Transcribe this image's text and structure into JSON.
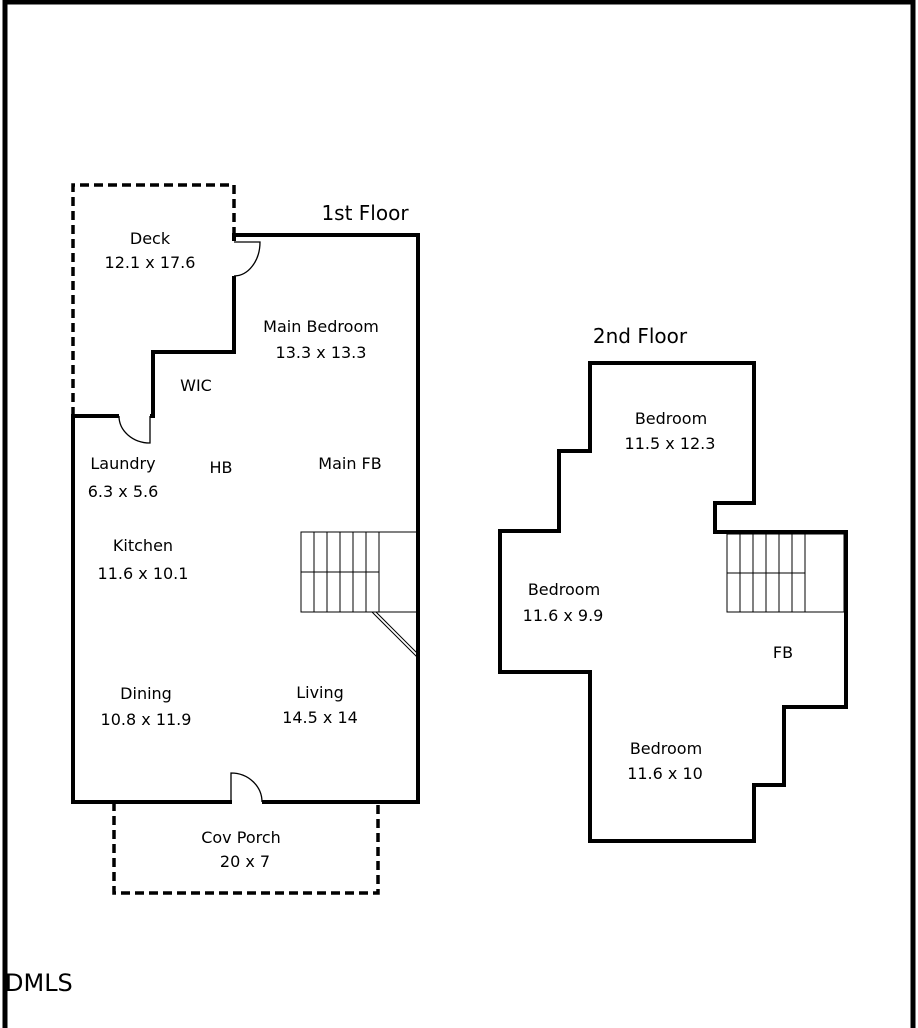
{
  "first_floor": {
    "title": "1st Floor",
    "rooms": {
      "deck": {
        "name": "Deck",
        "dims": "12.1 x 17.6"
      },
      "main_bedroom": {
        "name": "Main Bedroom",
        "dims": "13.3 x 13.3"
      },
      "wic": {
        "name": "WIC"
      },
      "laundry": {
        "name": "Laundry",
        "dims": "6.3 x 5.6"
      },
      "hb": {
        "name": "HB"
      },
      "main_fb": {
        "name": "Main FB"
      },
      "kitchen": {
        "name": "Kitchen",
        "dims": "11.6 x 10.1"
      },
      "dining": {
        "name": "Dining",
        "dims": "10.8 x 11.9"
      },
      "living": {
        "name": "Living",
        "dims": "14.5 x 14"
      },
      "cov_porch": {
        "name": "Cov Porch",
        "dims": "20 x 7"
      }
    }
  },
  "second_floor": {
    "title": "2nd Floor",
    "rooms": {
      "bedroom_top": {
        "name": "Bedroom",
        "dims": "11.5 x 12.3"
      },
      "bedroom_left": {
        "name": "Bedroom",
        "dims": "11.6 x 9.9"
      },
      "fb": {
        "name": "FB"
      },
      "bedroom_bottom": {
        "name": "Bedroom",
        "dims": "11.6 x 10"
      }
    }
  },
  "watermark": "DMLS"
}
